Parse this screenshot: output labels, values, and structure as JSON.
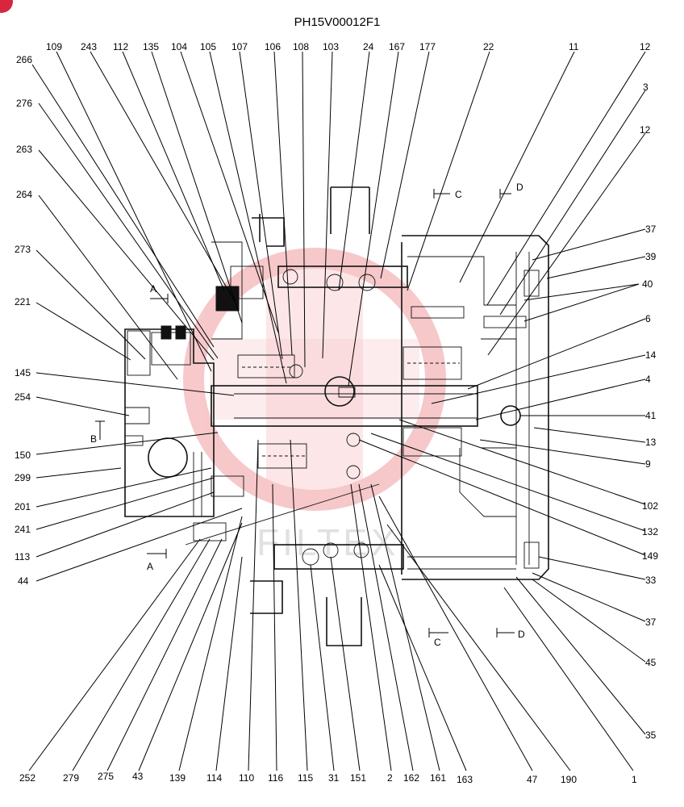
{
  "diagram": {
    "title": "PH15V00012F1",
    "watermark": "FILTEX",
    "colors": {
      "line": "#000000",
      "watermark_red": "#e8636b",
      "watermark_grey": "#c9c9c9",
      "corner_badge": "#d7263d"
    },
    "section_marks": {
      "a": "A",
      "b": "B",
      "c": "C",
      "d": "D"
    },
    "labels": [
      {
        "id": "l266",
        "text": "266"
      },
      {
        "id": "l109",
        "text": "109"
      },
      {
        "id": "l243",
        "text": "243"
      },
      {
        "id": "l112",
        "text": "112"
      },
      {
        "id": "l135",
        "text": "135"
      },
      {
        "id": "l104",
        "text": "104"
      },
      {
        "id": "l105",
        "text": "105"
      },
      {
        "id": "l107",
        "text": "107"
      },
      {
        "id": "l106",
        "text": "106"
      },
      {
        "id": "l108",
        "text": "108"
      },
      {
        "id": "l103",
        "text": "103"
      },
      {
        "id": "l24",
        "text": "24"
      },
      {
        "id": "l167",
        "text": "167"
      },
      {
        "id": "l177",
        "text": "177"
      },
      {
        "id": "l22",
        "text": "22"
      },
      {
        "id": "l11",
        "text": "11"
      },
      {
        "id": "l12a",
        "text": "12"
      },
      {
        "id": "l3",
        "text": "3"
      },
      {
        "id": "l12b",
        "text": "12"
      },
      {
        "id": "l276",
        "text": "276"
      },
      {
        "id": "l263",
        "text": "263"
      },
      {
        "id": "l264",
        "text": "264"
      },
      {
        "id": "l273",
        "text": "273"
      },
      {
        "id": "l221",
        "text": "221"
      },
      {
        "id": "l145",
        "text": "145"
      },
      {
        "id": "l254",
        "text": "254"
      },
      {
        "id": "l150",
        "text": "150"
      },
      {
        "id": "l299",
        "text": "299"
      },
      {
        "id": "l201",
        "text": "201"
      },
      {
        "id": "l241",
        "text": "241"
      },
      {
        "id": "l113",
        "text": "113"
      },
      {
        "id": "l44",
        "text": "44"
      },
      {
        "id": "l37a",
        "text": "37"
      },
      {
        "id": "l39",
        "text": "39"
      },
      {
        "id": "l40",
        "text": "40"
      },
      {
        "id": "l6",
        "text": "6"
      },
      {
        "id": "l14",
        "text": "14"
      },
      {
        "id": "l4",
        "text": "4"
      },
      {
        "id": "l41",
        "text": "41"
      },
      {
        "id": "l13",
        "text": "13"
      },
      {
        "id": "l9",
        "text": "9"
      },
      {
        "id": "l102",
        "text": "102"
      },
      {
        "id": "l132",
        "text": "132"
      },
      {
        "id": "l149",
        "text": "149"
      },
      {
        "id": "l33",
        "text": "33"
      },
      {
        "id": "l37b",
        "text": "37"
      },
      {
        "id": "l45",
        "text": "45"
      },
      {
        "id": "l35",
        "text": "35"
      },
      {
        "id": "l252",
        "text": "252"
      },
      {
        "id": "l279",
        "text": "279"
      },
      {
        "id": "l275",
        "text": "275"
      },
      {
        "id": "l43",
        "text": "43"
      },
      {
        "id": "l139",
        "text": "139"
      },
      {
        "id": "l114",
        "text": "114"
      },
      {
        "id": "l110",
        "text": "110"
      },
      {
        "id": "l116",
        "text": "116"
      },
      {
        "id": "l115",
        "text": "115"
      },
      {
        "id": "l31",
        "text": "31"
      },
      {
        "id": "l151",
        "text": "151"
      },
      {
        "id": "l2",
        "text": "2"
      },
      {
        "id": "l162",
        "text": "162"
      },
      {
        "id": "l161",
        "text": "161"
      },
      {
        "id": "l163",
        "text": "163"
      },
      {
        "id": "l47",
        "text": "47"
      },
      {
        "id": "l190",
        "text": "190"
      },
      {
        "id": "l1",
        "text": "1"
      }
    ]
  }
}
